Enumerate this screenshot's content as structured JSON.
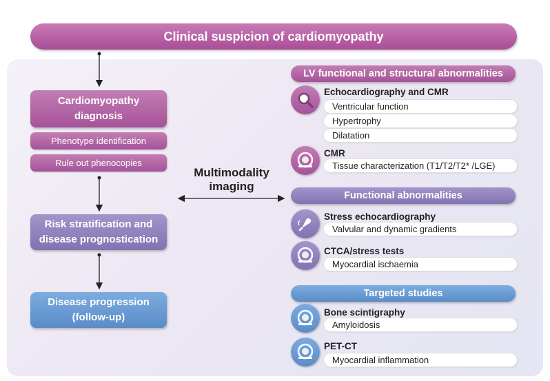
{
  "top_banner": "Clinical suspicion of cardiomyopathy",
  "left": {
    "diagnosis_line1": "Cardiomyopathy",
    "diagnosis_line2": "diagnosis",
    "phenotype": "Phenotype identification",
    "phenocopies": "Rule out phenocopies",
    "risk_line1": "Risk stratification and",
    "risk_line2": "disease prognostication",
    "progression_line1": "Disease progression",
    "progression_line2": "(follow-up)"
  },
  "center": {
    "line1": "Multimodality",
    "line2": "imaging"
  },
  "right": {
    "lv_header": "LV functional and structural abnormalities",
    "echo_cmr_title": "Echocardiography and CMR",
    "ventricular_function": "Ventricular function",
    "hypertrophy": "Hypertrophy",
    "dilatation": "Dilatation",
    "cmr_title": "CMR",
    "tissue_char": "Tissue characterization (T1/T2/T2* /LGE)",
    "functional_header": "Functional abnormalities",
    "stress_echo_title": "Stress echocardiography",
    "valvular": "Valvular and dynamic gradients",
    "ctca_title": "CTCA/stress tests",
    "ischaemia": "Myocardial ischaemia",
    "targeted_header": "Targeted studies",
    "bone_title": "Bone scintigraphy",
    "amyloidosis": "Amyloidosis",
    "pet_title": "PET-CT",
    "inflammation": "Myocardial inflammation"
  },
  "colors": {
    "purple": "#a94e96",
    "violet": "#8272b2",
    "blue": "#5a8cc8"
  },
  "icons": {
    "echo_cmr": "magnifier-icon",
    "cmr": "scanner-icon",
    "stress_echo": "ultrasound-probe-icon",
    "ctca": "scanner-icon",
    "bone": "scanner-icon",
    "pet": "scanner-icon"
  }
}
